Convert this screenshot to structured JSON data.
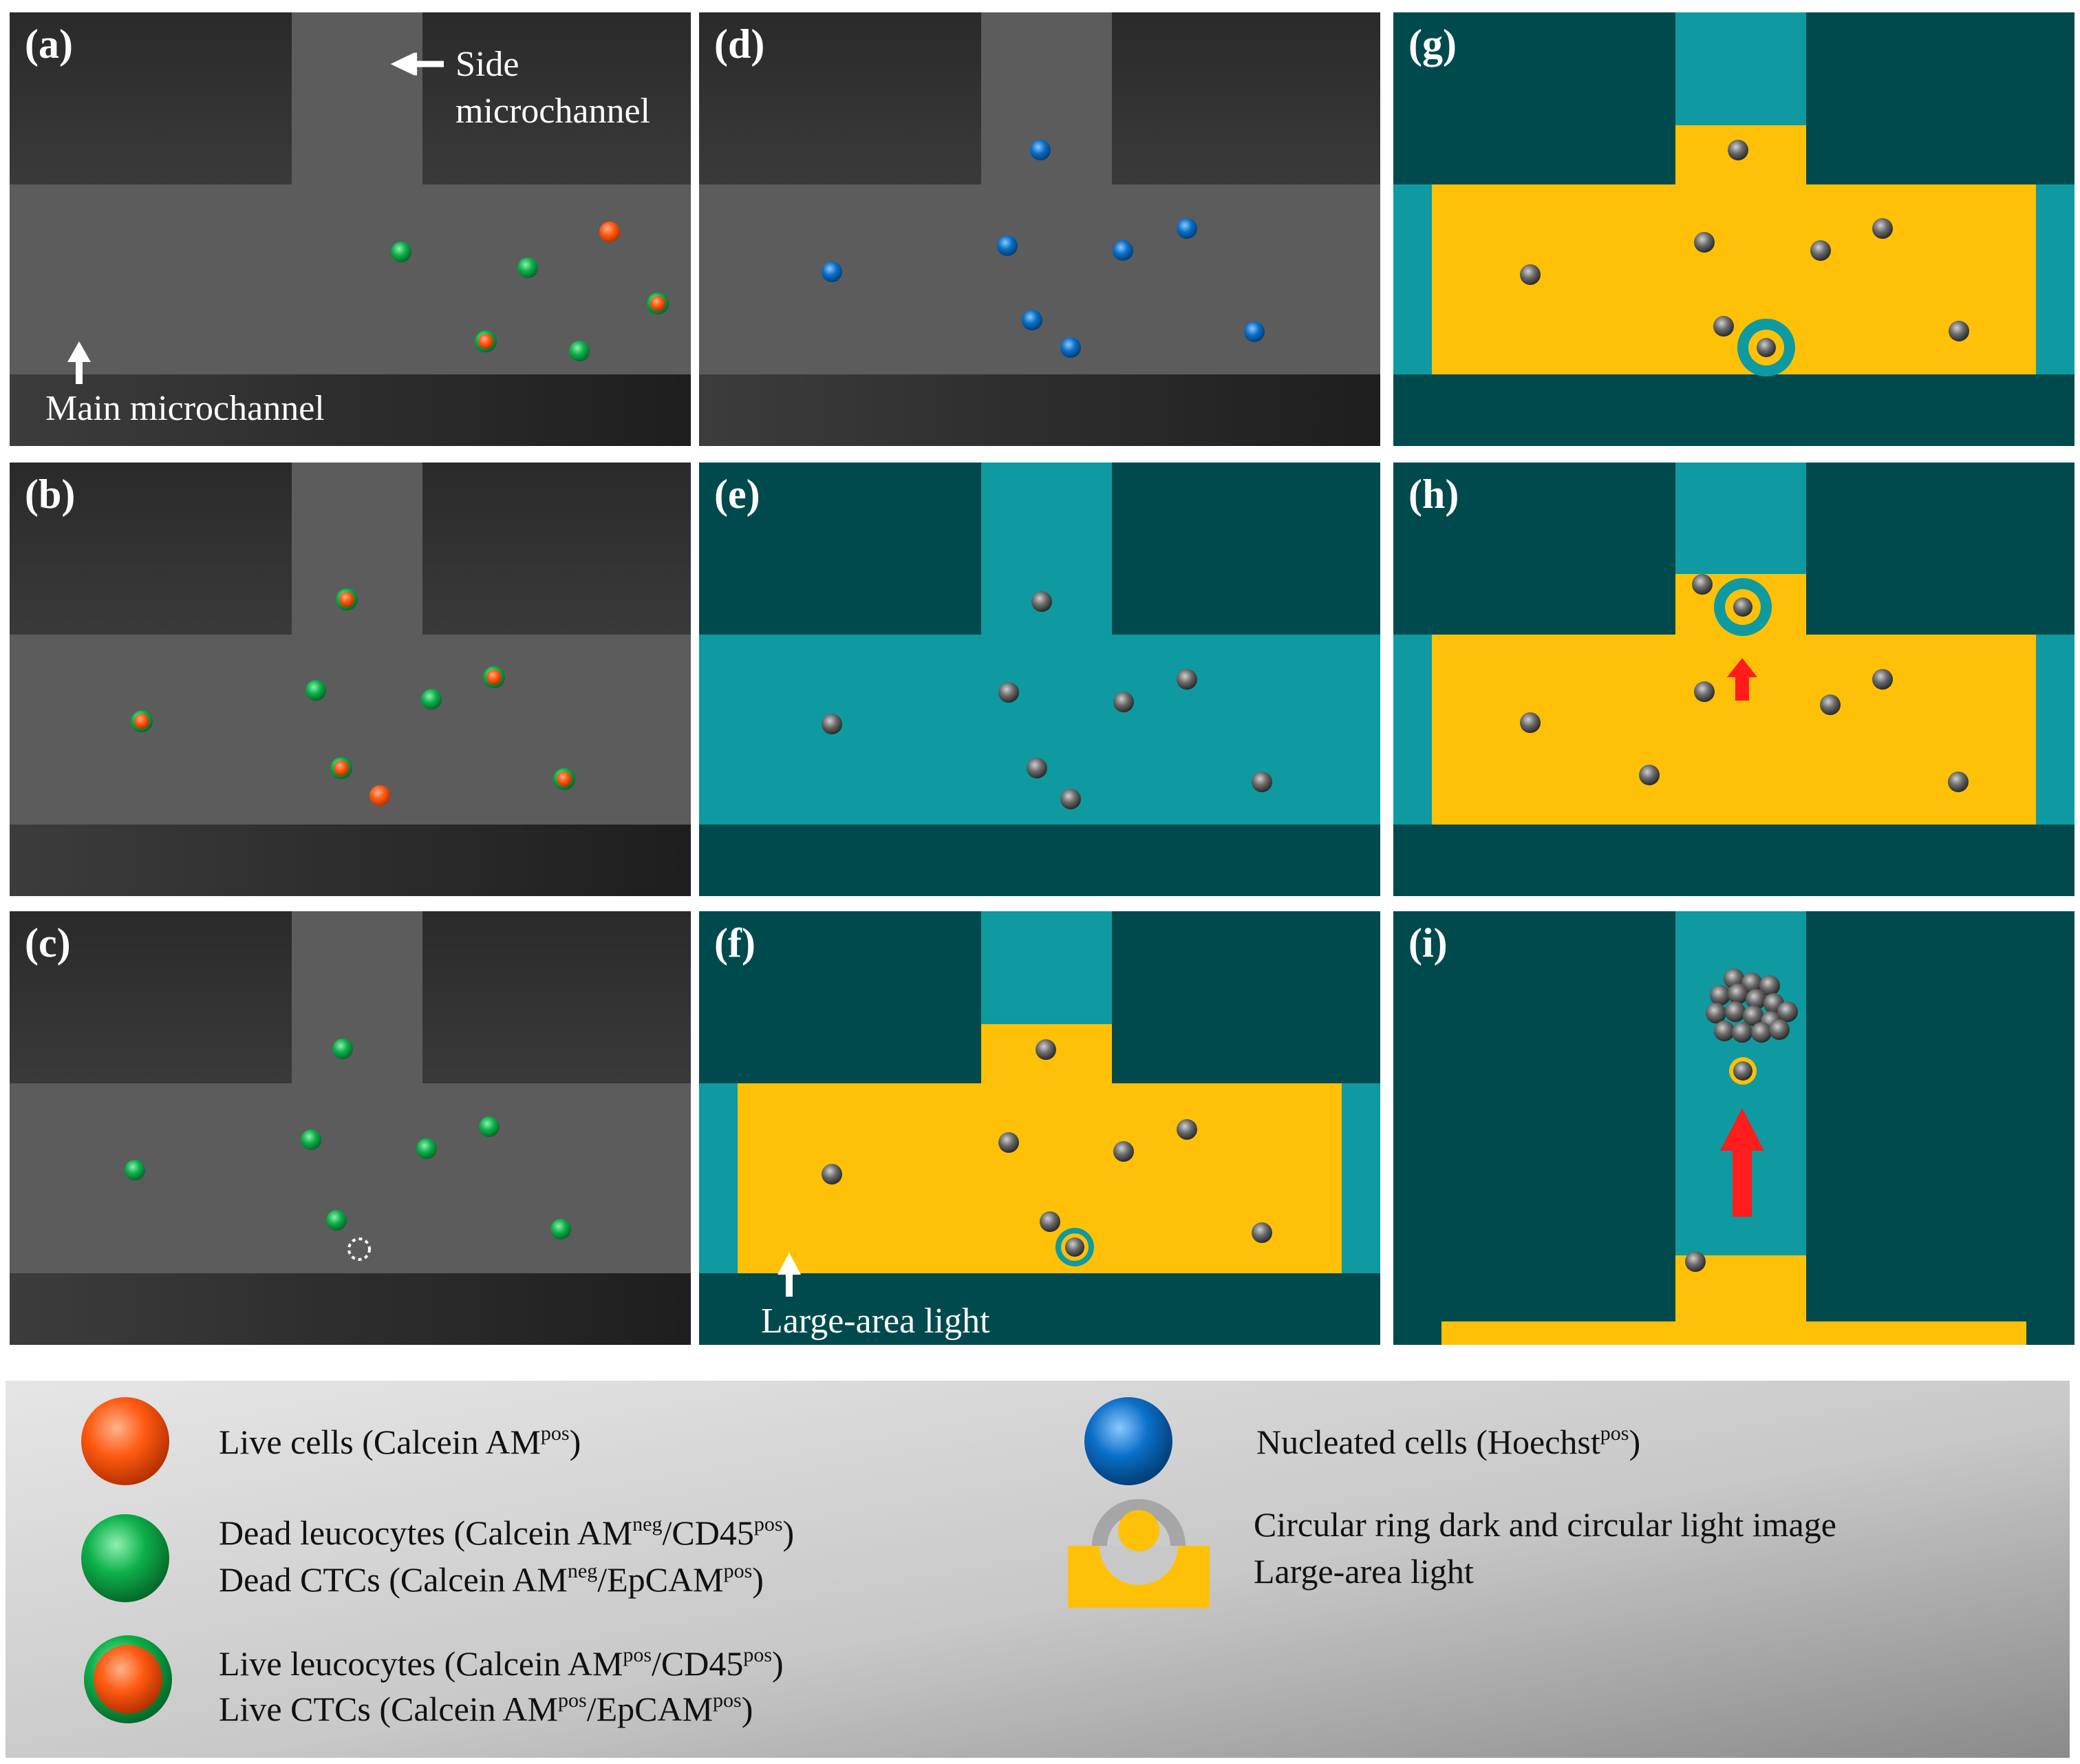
{
  "panels": [
    {
      "id": "a",
      "label": "(a)",
      "theme": "gray",
      "cells": [
        [
          "green",
          583,
          366
        ],
        [
          "green",
          767,
          389
        ],
        [
          "orange",
          886,
          337
        ],
        [
          "green-orange",
          956,
          441
        ],
        [
          "green-orange",
          706,
          496
        ],
        [
          "green",
          842,
          510
        ]
      ]
    },
    {
      "id": "b",
      "label": "(b)",
      "theme": "gray",
      "cells": [
        [
          "green-orange",
          504,
          871
        ],
        [
          "green-orange",
          206,
          1048
        ],
        [
          "green",
          459,
          1003
        ],
        [
          "green",
          627,
          1016
        ],
        [
          "green-orange",
          718,
          984
        ],
        [
          "green-orange",
          496,
          1116
        ],
        [
          "orange",
          552,
          1156
        ],
        [
          "green-orange",
          820,
          1132
        ]
      ]
    },
    {
      "id": "c",
      "label": "(c)",
      "theme": "gray",
      "cells": [
        [
          "green",
          498,
          1524
        ],
        [
          "green",
          196,
          1700
        ],
        [
          "green",
          452,
          1656
        ],
        [
          "green",
          620,
          1669
        ],
        [
          "green",
          711,
          1637
        ],
        [
          "green",
          489,
          1773
        ],
        [
          "green",
          815,
          1786
        ],
        [
          "dashed",
          522,
          1815
        ]
      ]
    },
    {
      "id": "d",
      "label": "(d)",
      "theme": "dark",
      "cells": [
        [
          "blue",
          1512,
          218
        ],
        [
          "blue",
          1209,
          395
        ],
        [
          "blue",
          1464,
          357
        ],
        [
          "blue",
          1632,
          364
        ],
        [
          "blue",
          1725,
          332
        ],
        [
          "blue",
          1500,
          465
        ],
        [
          "blue",
          1556,
          505
        ],
        [
          "blue",
          1823,
          482
        ]
      ]
    },
    {
      "id": "e",
      "label": "(e)",
      "theme": "teal",
      "cells": [
        [
          "gray",
          1514,
          874
        ],
        [
          "gray",
          1209,
          1052
        ],
        [
          "gray",
          1466,
          1006
        ],
        [
          "gray",
          1633,
          1020
        ],
        [
          "gray",
          1725,
          987
        ],
        [
          "gray",
          1507,
          1116
        ],
        [
          "gray",
          1556,
          1161
        ],
        [
          "gray",
          1834,
          1136
        ]
      ]
    },
    {
      "id": "f",
      "label": "(f)",
      "theme": "teal-yellow",
      "cells": [
        [
          "gray",
          1520,
          1525
        ],
        [
          "gray",
          1209,
          1706
        ],
        [
          "gray",
          1466,
          1660
        ],
        [
          "gray",
          1633,
          1673
        ],
        [
          "gray",
          1725,
          1641
        ],
        [
          "gray",
          1526,
          1775
        ],
        [
          "ringed",
          1562,
          1812
        ],
        [
          "gray",
          1834,
          1791
        ]
      ]
    },
    {
      "id": "g",
      "label": "(g)",
      "theme": "teal-yellow",
      "cells": [
        [
          "gray",
          2526,
          218
        ],
        [
          "gray",
          2224,
          399
        ],
        [
          "gray",
          2477,
          352
        ],
        [
          "gray",
          2646,
          364
        ],
        [
          "gray",
          2736,
          332
        ],
        [
          "gray",
          2505,
          474
        ],
        [
          "ringed",
          2567,
          505
        ],
        [
          "gray",
          2847,
          481
        ]
      ]
    },
    {
      "id": "h",
      "label": "(h)",
      "theme": "teal-yellow",
      "cells": [
        [
          "gray",
          2474,
          849
        ],
        [
          "ringed",
          2533,
          882
        ],
        [
          "gray",
          2224,
          1050
        ],
        [
          "gray",
          2477,
          1005
        ],
        [
          "gray",
          2660,
          1024
        ],
        [
          "gray",
          2736,
          987
        ],
        [
          "gray",
          2397,
          1126
        ],
        [
          "gray",
          2846,
          1136
        ]
      ]
    },
    {
      "id": "i",
      "label": "(i)",
      "theme": "teal-yellow",
      "cells": [
        [
          "gray",
          2464,
          1833
        ],
        [
          "ringed",
          2533,
          1556
        ]
      ]
    }
  ],
  "annotations": {
    "side_line1": "Side",
    "side_line2": "microchannel",
    "main": "Main microchannel",
    "large_area": "Large-area light"
  },
  "legend": {
    "live": {
      "text": "Live cells (Calcein AM",
      "sup": "pos",
      "end": ")"
    },
    "dead_leuco": {
      "text": "Dead leucocytes (Calcein AM",
      "sup1": "neg",
      "mid": "/CD45",
      "sup2": "pos",
      "end": ")"
    },
    "dead_ctc": {
      "text": "Dead CTCs (Calcein AM",
      "sup1": "neg",
      "mid": "/EpCAM",
      "sup2": "pos",
      "end": ")"
    },
    "live_leuco": {
      "text": "Live leucocytes (Calcein AM",
      "sup1": "pos",
      "mid": "/CD45",
      "sup2": "pos",
      "end": ")"
    },
    "live_ctc": {
      "text": "Live CTCs (Calcein AM",
      "sup1": "pos",
      "mid": "/EpCAM",
      "sup2": "pos",
      "end": ")"
    },
    "nucleated": {
      "text": "Nucleated cells (Hoechst",
      "sup": "pos",
      "end": ")"
    },
    "ring_line1": "Circular ring dark and circular light image",
    "ring_line2": "Large-area light"
  },
  "colors": {
    "gray_bg": "#5c5c5c",
    "gray_wall": "#333333",
    "teal": "#0e9aa0",
    "dark_teal": "#004a4e",
    "yellow": "#ffc107",
    "orange": "#ff5a12",
    "green": "#0db04a",
    "blue": "#0a6fc8",
    "cell_gray": "#4a4a4a",
    "red_arrow": "#ff1c1c"
  }
}
